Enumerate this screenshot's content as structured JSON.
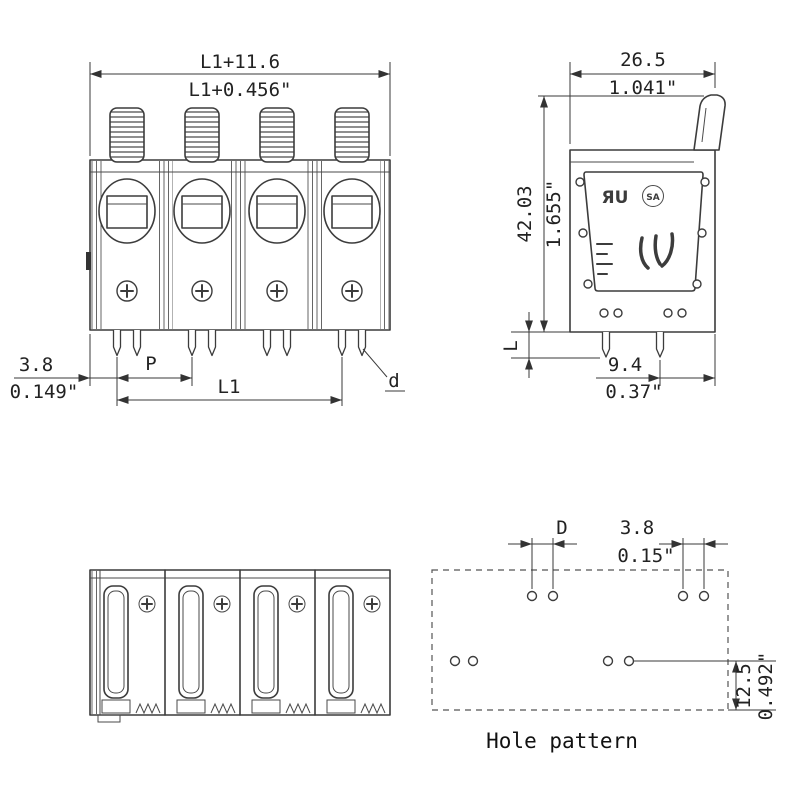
{
  "drawing": {
    "front_view": {
      "dim_top_mm": "L1+11.6",
      "dim_top_in": "L1+0.456\"",
      "dim_left_mm": "3.8",
      "dim_left_in": "0.149\"",
      "dim_pitch": "P",
      "dim_length": "L1",
      "dim_wire_dia": "d"
    },
    "side_view": {
      "dim_width_mm": "26.5",
      "dim_width_in": "1.041\"",
      "dim_height_mm": "42.03",
      "dim_height_in": "1.655\"",
      "dim_pin_length": "L",
      "dim_pin_offset_mm": "9.4",
      "dim_pin_offset_in": "0.37\"",
      "ul_mark": "ЯU",
      "csa_mark": "SA"
    },
    "hole_pattern": {
      "label": "Hole pattern",
      "dim_hole_dia": "D",
      "dim_hole_spacing_mm": "3.8",
      "dim_hole_spacing_in": "0.15\"",
      "dim_row_offset_mm": "12.5",
      "dim_row_offset_in": "0.492\""
    }
  }
}
